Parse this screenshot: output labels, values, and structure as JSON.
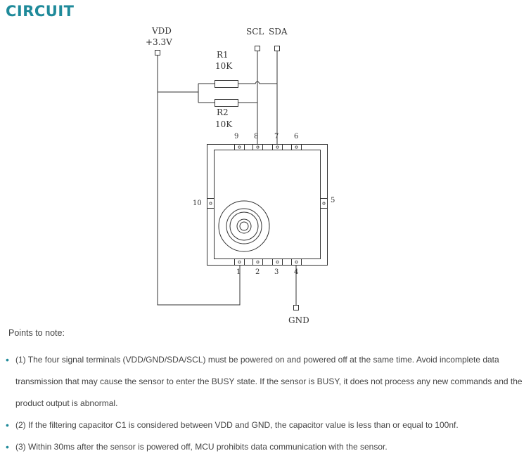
{
  "title": "CIRCUIT",
  "labels": {
    "vdd": "VDD",
    "vdd_voltage": "+3.3V",
    "scl": "SCL",
    "sda": "SDA",
    "r1_name": "R1",
    "r1_value": "10K",
    "r2_name": "R2",
    "r2_value": "10K",
    "gnd": "GND"
  },
  "pins": {
    "p1": "1",
    "p2": "2",
    "p3": "3",
    "p4": "4",
    "p5": "5",
    "p6": "6",
    "p7": "7",
    "p8": "8",
    "p9": "9",
    "p10": "10"
  },
  "notes_heading": "Points to note:",
  "notes": [
    "(1) The four signal terminals (VDD/GND/SDA/SCL) must be powered on and powered off at the same time. Avoid incomplete data transmission that may cause the sensor to enter the BUSY state. If the sensor is BUSY, it does not process any new commands and the product output is abnormal.",
    "(2) If the filtering capacitor C1 is considered between VDD and GND, the capacitor value is less than or equal to 100nf.",
    "(3) Within 30ms after the sensor is powered off, MCU prohibits data communication with the sensor."
  ],
  "colors": {
    "accent": "#1f8a9a",
    "line": "#333333"
  }
}
